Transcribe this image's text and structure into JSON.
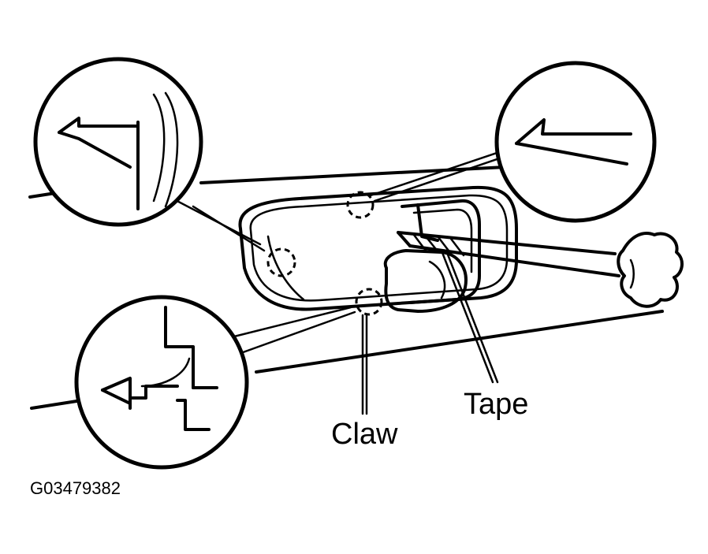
{
  "labels": {
    "tape": "Tape",
    "claw": "Claw"
  },
  "figure_code": "G03479382",
  "icons": [
    "screwdriver-icon",
    "mirror-cover-part",
    "claw-detail-callout"
  ]
}
